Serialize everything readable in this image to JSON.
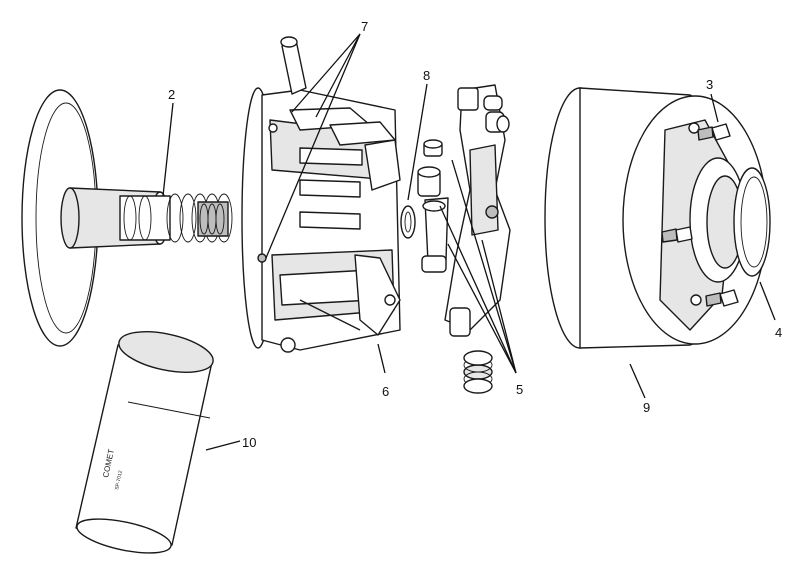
{
  "diagram": {
    "callouts": [
      {
        "id": "c2",
        "label": "2"
      },
      {
        "id": "c7",
        "label": "7"
      },
      {
        "id": "c8",
        "label": "8"
      },
      {
        "id": "c3",
        "label": "3"
      },
      {
        "id": "c4",
        "label": "4"
      },
      {
        "id": "c6",
        "label": "6"
      },
      {
        "id": "c5",
        "label": "5"
      },
      {
        "id": "c9",
        "label": "9"
      },
      {
        "id": "c10",
        "label": "10"
      }
    ],
    "can_text": {
      "brand": "COMET",
      "code": "SP-7012"
    }
  }
}
